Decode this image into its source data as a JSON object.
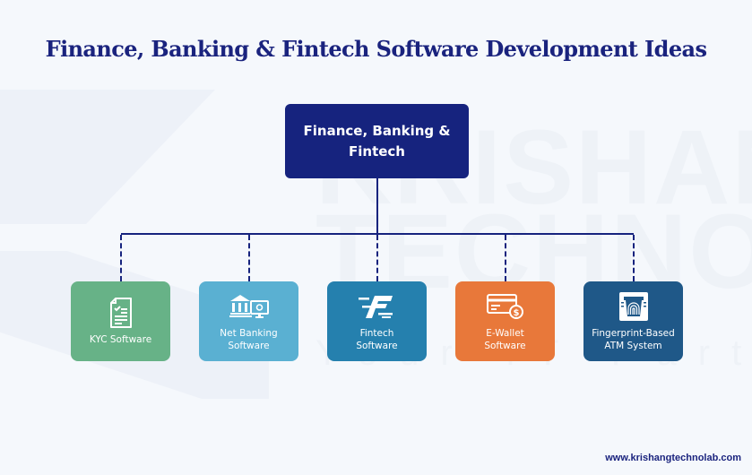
{
  "title": "Finance, Banking & Fintech Software Development Ideas",
  "watermark": {
    "line1": "KRISHANG",
    "line2": "TECHNOLAB",
    "line3": "Your IT Partner"
  },
  "root": {
    "label": "Finance, Banking & Fintech",
    "color": "#16237e"
  },
  "children": [
    {
      "label": "KYC Software",
      "icon": "document-checklist-icon",
      "color": "#67b287"
    },
    {
      "label": "Net Banking Software",
      "icon": "bank-monitor-icon",
      "color": "#5ab0d2"
    },
    {
      "label": "Fintech Software",
      "icon": "fintech-f-icon",
      "color": "#2580ae"
    },
    {
      "label": "E-Wallet Software",
      "icon": "card-dollar-icon",
      "color": "#e8783a"
    },
    {
      "label": "Fingerprint-Based ATM System",
      "icon": "fingerprint-atm-icon",
      "color": "#1f5888"
    }
  ],
  "connector_color": "#16237e",
  "footer": {
    "url": "www.krishangtechnolab.com"
  }
}
